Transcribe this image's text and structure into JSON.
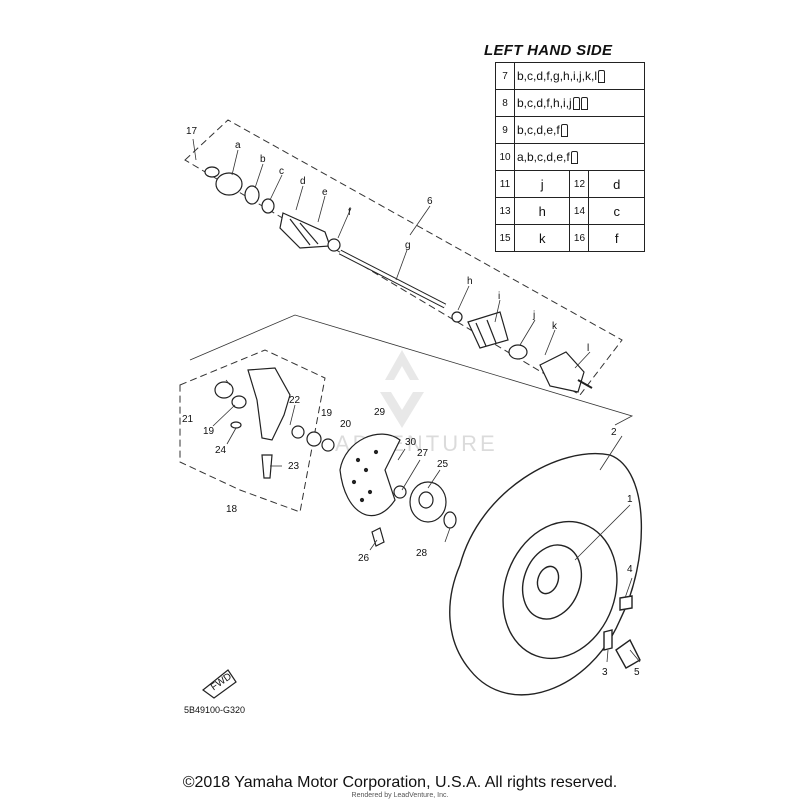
{
  "table": {
    "title": "LEFT HAND SIDE",
    "rows": [
      {
        "num": "7",
        "text": "b,c,d,f,g,h,i,j,k,l",
        "bolts": 1
      },
      {
        "num": "8",
        "text": "b,c,d,f,h,i,j",
        "bolts": 2
      },
      {
        "num": "9",
        "text": "b,c,d,e,f",
        "bolts": 1
      },
      {
        "num": "10",
        "text": "a,b,c,d,e,f",
        "bolts": 1
      }
    ],
    "pairs": [
      {
        "n1": "11",
        "v1": "j",
        "n2": "12",
        "v2": "d"
      },
      {
        "n1": "13",
        "v1": "h",
        "n2": "14",
        "v2": "c"
      },
      {
        "n1": "15",
        "v1": "k",
        "n2": "16",
        "v2": "f"
      }
    ]
  },
  "callouts": {
    "n1": "1",
    "n2": "2",
    "n3": "3",
    "n4": "4",
    "n5": "5",
    "n6": "6",
    "n17": "17",
    "n18": "18",
    "n19a": "19",
    "n19b": "19",
    "n20": "20",
    "n21": "21",
    "n22": "22",
    "n23": "23",
    "n24": "24",
    "n25": "25",
    "n26": "26",
    "n27": "27",
    "n28": "28",
    "n29": "29",
    "n30": "30",
    "a": "a",
    "b": "b",
    "c": "c",
    "d": "d",
    "e": "e",
    "f": "f",
    "g": "g",
    "h": "h",
    "i": "i",
    "j": "j",
    "k": "k",
    "l": "l"
  },
  "fwd_label": "FWD",
  "watermark": "ADVENTURE",
  "diagram_code": "5B49100-G320",
  "copyright": "©2018 Yamaha Motor Corporation, U.S.A. All rights reserved.",
  "rendered_by": "Rendered by LeadVenture, Inc."
}
